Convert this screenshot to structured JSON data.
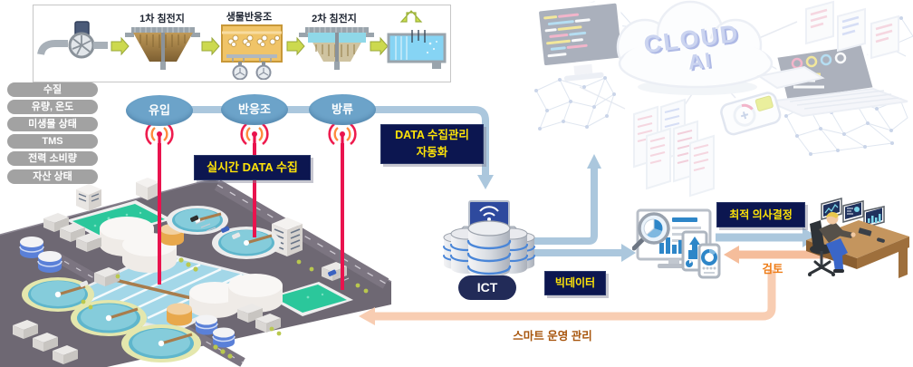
{
  "process": {
    "stages": [
      {
        "label": "1차 침전지"
      },
      {
        "label": "생물반응조"
      },
      {
        "label": "2차 침전지"
      }
    ]
  },
  "parameters": [
    "수질",
    "유량, 온도",
    "미생물 상태",
    "TMS",
    "전력 소비량",
    "자산 상태"
  ],
  "sensors": [
    {
      "label": "유입"
    },
    {
      "label": "반응조"
    },
    {
      "label": "방류"
    }
  ],
  "labels": {
    "realtime_collection": "실시간 DATA 수집",
    "auto_line1": "DATA 수집관리",
    "auto_line2": "자동화",
    "ict": "ICT",
    "bigdata": "빅데이터",
    "decision": "최적 의사결정",
    "review": "검토",
    "smart_ops": "스마트 운영 관리",
    "cloud_line1": "CLOUD",
    "cloud_line2": "AI"
  },
  "colors": {
    "navy_box": "#0c1650",
    "yellow_text": "#ffe408",
    "sensor_blue": "#6ca3c9",
    "pill_gray": "#a2a2a2",
    "flow_blue": "#abc7dd",
    "signal_red": "#e9134e",
    "antenna_orange": "#ff8a3c",
    "review_orange": "#ee7d18",
    "smart_ops_brown": "#a8560e",
    "feedback_arrow": "#f8cdb2",
    "water_teal": "#2bc79b",
    "basin_blue": "#a3d7e8"
  }
}
